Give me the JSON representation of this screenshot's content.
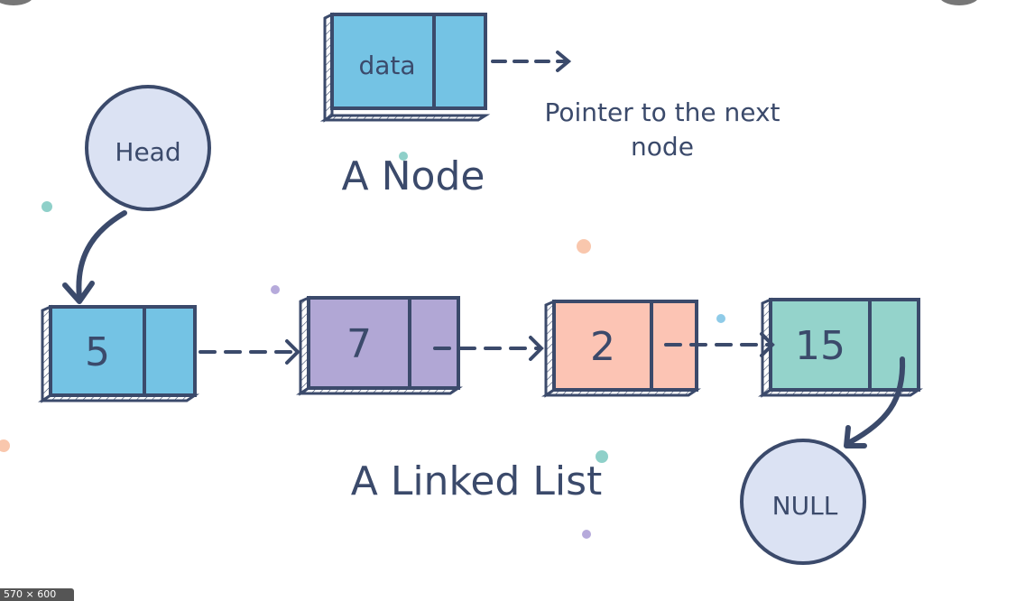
{
  "node_legend": {
    "data_label": "data",
    "pointer_caption_line1": "Pointer to the next",
    "pointer_caption_line2": "node",
    "title": "A Node",
    "fill": "#74c3e4"
  },
  "head_label": "Head",
  "null_label": "NULL",
  "list_title": "A Linked List",
  "list_nodes": [
    {
      "value": "5",
      "fill": "#74c3e4"
    },
    {
      "value": "7",
      "fill": "#b1a7d5"
    },
    {
      "value": "2",
      "fill": "#fcc4b4"
    },
    {
      "value": "15",
      "fill": "#94d3cb"
    }
  ],
  "colors": {
    "ink": "#3b4a6b",
    "circle_fill": "#dbe2f3",
    "dot_teal": "#8fd0c9",
    "dot_orange": "#f9c7ad",
    "dot_purple": "#b6aadb",
    "dot_blue": "#8fcbe8"
  },
  "badge_text": "570 × 600"
}
